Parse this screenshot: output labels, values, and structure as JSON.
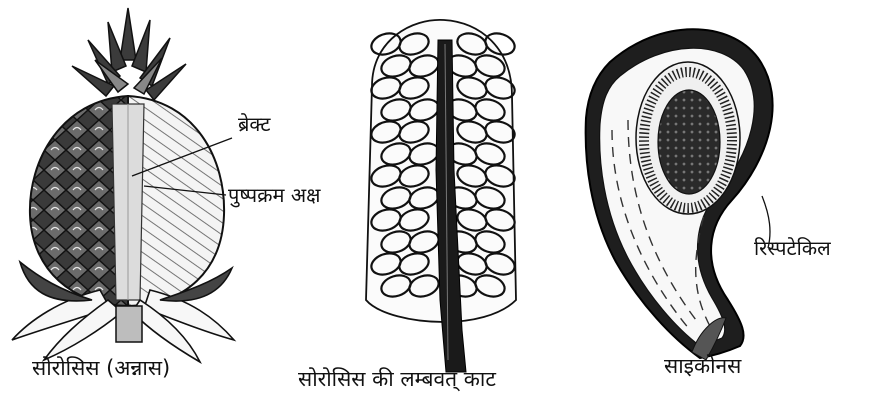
{
  "figures": [
    {
      "caption": "सोरोसिस (अन्नास)",
      "labels": [
        "ब्रेक्ट",
        "पुष्पक्रम अक्ष"
      ]
    },
    {
      "caption": "सोरोसिस की लम्बवत् काट"
    },
    {
      "caption": "साइकोनस",
      "labels": [
        "रिस्पटेकिल"
      ]
    }
  ]
}
